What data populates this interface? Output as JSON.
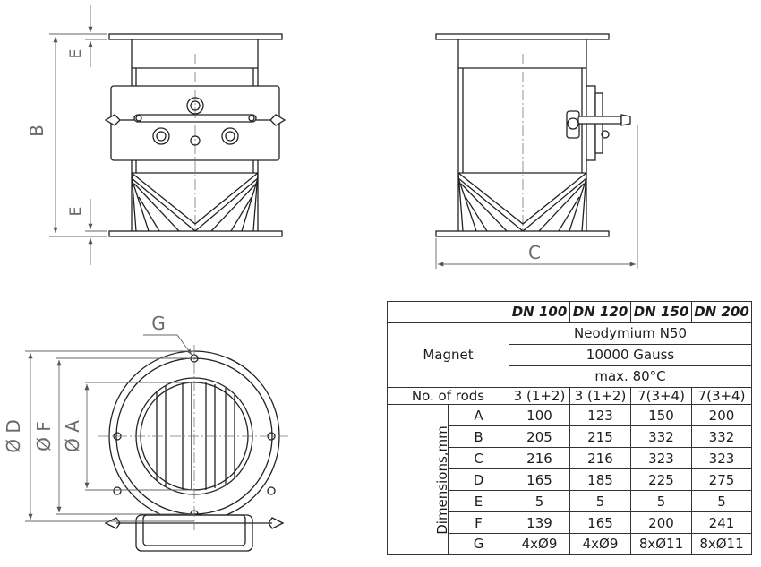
{
  "drawing": {
    "dim_labels": {
      "B": "B",
      "E_top": "E",
      "E_bottom": "E",
      "C": "C",
      "G": "G",
      "D": "Ø D",
      "F": "Ø F",
      "A": "Ø A"
    }
  },
  "table": {
    "headers": [
      "DN 100",
      "DN 120",
      "DN 150",
      "DN 200"
    ],
    "magnet_label": "Magnet",
    "magnet_rows": [
      "Neodymium N50",
      "10000 Gauss",
      "max. 80°C"
    ],
    "rods_label": "No. of rods",
    "rods_values": [
      "3 (1+2)",
      "3 (1+2)",
      "7(3+4)",
      "7(3+4)"
    ],
    "dimensions_label": "Dimensions,mm",
    "dimension_rows": [
      {
        "key": "A",
        "values": [
          "100",
          "123",
          "150",
          "200"
        ]
      },
      {
        "key": "B",
        "values": [
          "205",
          "215",
          "332",
          "332"
        ]
      },
      {
        "key": "C",
        "values": [
          "216",
          "216",
          "323",
          "323"
        ]
      },
      {
        "key": "D",
        "values": [
          "165",
          "185",
          "225",
          "275"
        ]
      },
      {
        "key": "E",
        "values": [
          "5",
          "5",
          "5",
          "5"
        ]
      },
      {
        "key": "F",
        "values": [
          "139",
          "165",
          "200",
          "241"
        ]
      },
      {
        "key": "G",
        "values": [
          "4xØ9",
          "4xØ9",
          "8xØ11",
          "8xØ11"
        ]
      }
    ]
  }
}
